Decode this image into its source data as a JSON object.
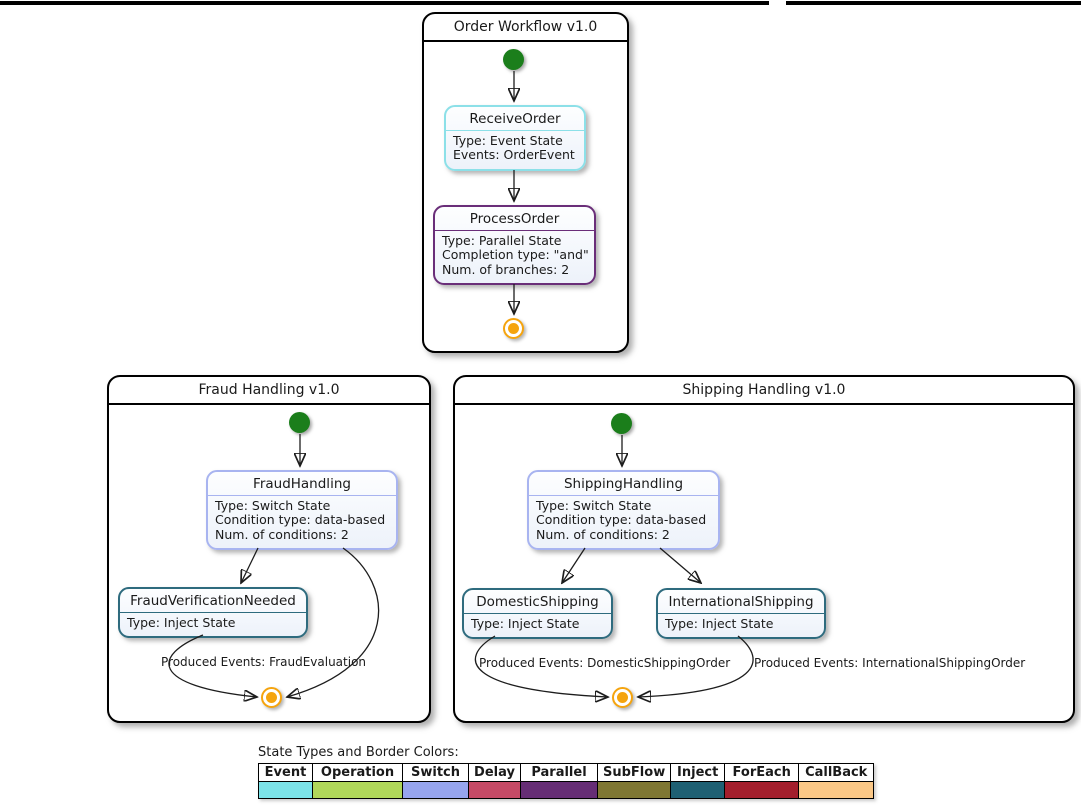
{
  "colors": {
    "initial_state": "#1b7e1b",
    "final_state": "#f5a40e",
    "node_border_event": "#8ce0e8",
    "node_border_parallel": "#6a2e79",
    "node_border_switch": "#a8b4f0",
    "node_border_inject": "#2e6b7e"
  },
  "order": {
    "title": "Order Workflow v1.0",
    "receive": {
      "name": "ReceiveOrder",
      "line1": "Type: Event State",
      "line2": "Events: OrderEvent"
    },
    "process": {
      "name": "ProcessOrder",
      "line1": "Type: Parallel State",
      "line2": "Completion type: \"and\"",
      "line3": "Num. of branches: 2"
    }
  },
  "fraud": {
    "title": "Fraud Handling v1.0",
    "switch": {
      "name": "FraudHandling",
      "line1": "Type: Switch State",
      "line2": "Condition type: data-based",
      "line3": "Num. of conditions: 2"
    },
    "inject": {
      "name": "FraudVerificationNeeded",
      "line1": "Type: Inject State"
    },
    "edge_label": "Produced Events: FraudEvaluation"
  },
  "shipping": {
    "title": "Shipping Handling v1.0",
    "switch": {
      "name": "ShippingHandling",
      "line1": "Type: Switch State",
      "line2": "Condition type: data-based",
      "line3": "Num. of conditions: 2"
    },
    "domestic": {
      "name": "DomesticShipping",
      "line1": "Type: Inject State"
    },
    "international": {
      "name": "InternationalShipping",
      "line1": "Type: Inject State"
    },
    "edge_label_domestic": "Produced Events: DomesticShippingOrder",
    "edge_label_international": "Produced Events: InternationalShippingOrder"
  },
  "legend": {
    "title": "State Types and Border Colors:",
    "items": [
      {
        "label": "Event",
        "color": "#7ce3e8"
      },
      {
        "label": "Operation",
        "color": "#b0d75a"
      },
      {
        "label": "Switch",
        "color": "#97a5ee"
      },
      {
        "label": "Delay",
        "color": "#c54a66"
      },
      {
        "label": "Parallel",
        "color": "#662d75"
      },
      {
        "label": "SubFlow",
        "color": "#7f7733"
      },
      {
        "label": "Inject",
        "color": "#1e6073"
      },
      {
        "label": "ForEach",
        "color": "#a31e2c"
      },
      {
        "label": "CallBack",
        "color": "#fac786"
      }
    ]
  }
}
